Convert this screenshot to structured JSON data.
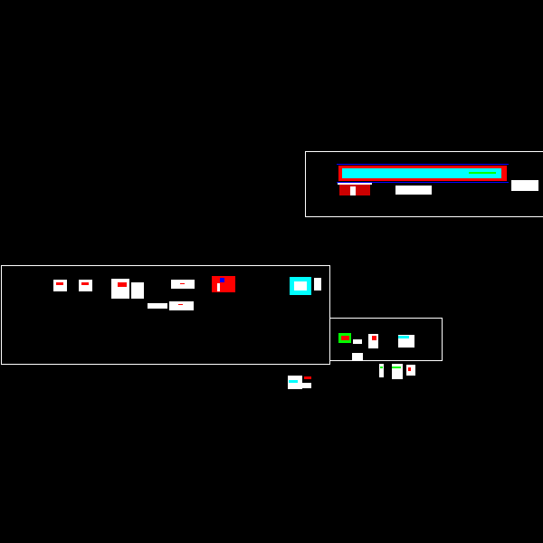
{
  "canvas": {
    "background": "#000000"
  },
  "colors": {
    "frame": "#ffffff",
    "red": "#ff0000",
    "cyan": "#00ffff",
    "blue": "#0000ff",
    "green": "#00ff00",
    "white": "#ffffff"
  },
  "sheets": [
    {
      "name": "plan-sheet-top-right"
    },
    {
      "name": "details-sheet-left"
    },
    {
      "name": "details-sheet-small-right"
    }
  ]
}
